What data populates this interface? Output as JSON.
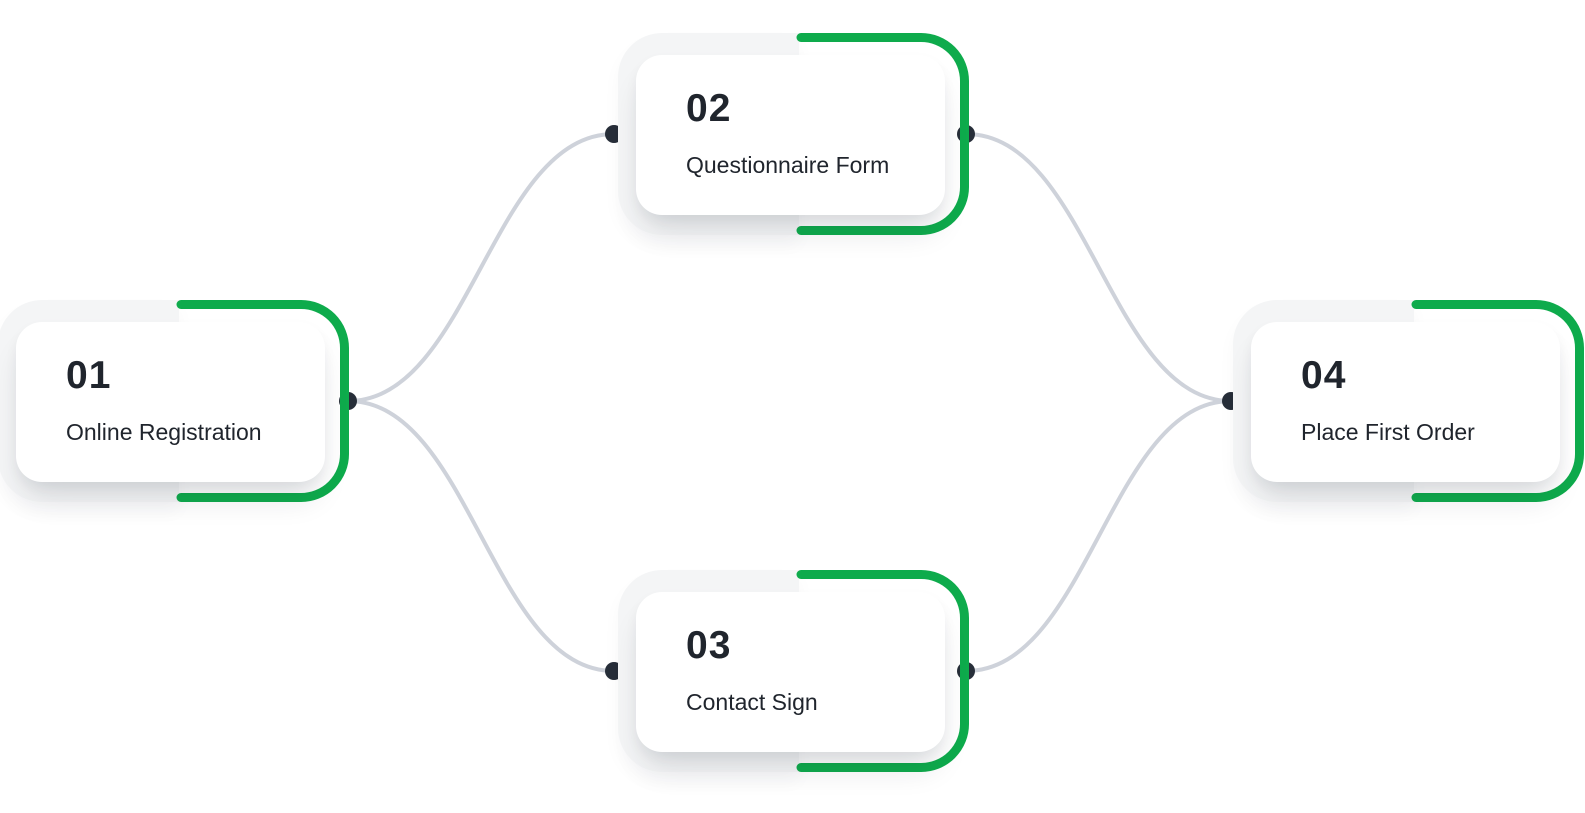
{
  "colors": {
    "page_bg": "#ffffff",
    "track": "#f4f5f6",
    "card": "#ffffff",
    "green": "#0eab4c",
    "connector": "#ced2da",
    "dot": "#272e39",
    "text": "#20252d"
  },
  "flow": {
    "type": "process-flow-diagram",
    "nodes": [
      {
        "number": "01",
        "label": "Online Registration"
      },
      {
        "number": "02",
        "label": "Questionnaire Form"
      },
      {
        "number": "03",
        "label": "Contact Sign"
      },
      {
        "number": "04",
        "label": "Place First Order"
      }
    ],
    "edges": [
      {
        "from": "01",
        "to": "02"
      },
      {
        "from": "01",
        "to": "03"
      },
      {
        "from": "02",
        "to": "04"
      },
      {
        "from": "03",
        "to": "04"
      }
    ]
  }
}
